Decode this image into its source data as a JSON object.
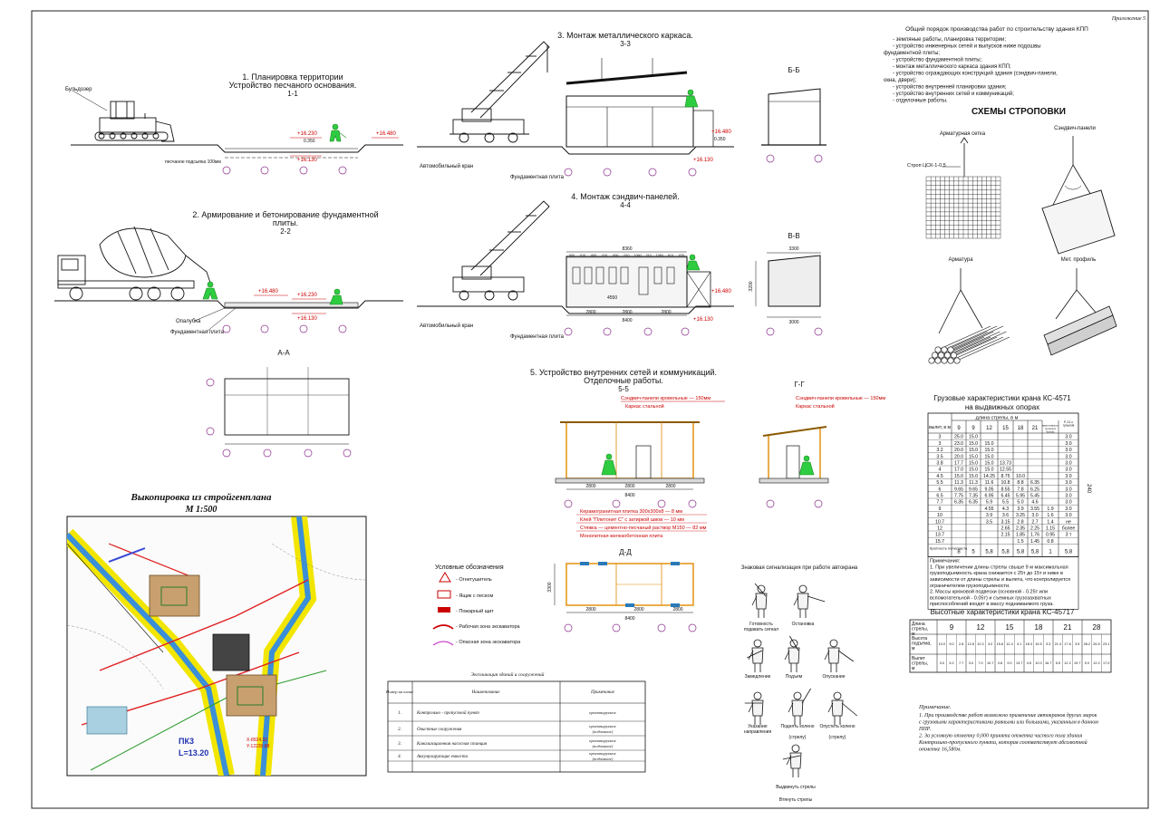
{
  "appendix": "Приложение 5",
  "general_order": {
    "title": "Общий порядок производства работ по строительству здания КПП",
    "items": [
      "- земляные работы, планировка территории;",
      "- устройство инженерных сетей и выпусков ниже подошвы фундаментной плиты;",
      "- устройство фундаментной плиты;",
      "- монтаж металлического каркаса здания КПП;",
      "- устройство ограждающих конструкций здания (сэндвич-панели, окна, двери);",
      "- устройство внутренней планировки здания;",
      "- устройство внутренних сетей и коммуникаций;",
      "- отделочные работы."
    ]
  },
  "stage1": {
    "title1": "1. Планировка территории",
    "title2": "Устройство песчаного основания.",
    "section": "1-1",
    "bulldozer": "Бульдозер",
    "sand_label": "песчаное подсыпка 100мм",
    "elev_top": "+16.230",
    "elev_sand": "0.350",
    "elev_bottom": "+16.130",
    "elev_right": "+16.480"
  },
  "stage2": {
    "title1": "2. Армирование и бетонирование фундаментной",
    "title2": "плиты.",
    "section": "2-2",
    "formwork": "Опалубка",
    "slab": "Фундаментная плита",
    "elev_left": "+16.480",
    "elev_top": "+16.230",
    "elev_bottom": "+16.130"
  },
  "stage3": {
    "title": "3. Монтаж металлического каркаса.",
    "section": "3-3",
    "crane": "Автомобильный кран",
    "slab": "Фундаментная плита",
    "elev_top": "+16.480",
    "elev_mid": "0.350",
    "elev_bottom": "+16.130"
  },
  "section_bb": {
    "title": "Б-Б"
  },
  "stage4": {
    "title": "4. Монтаж сэндвич-панелей.",
    "section": "4-4",
    "crane": "Автомобильный кран",
    "slab": "Фундаментная плита",
    "dim_total": "8360",
    "dims_top": [
      "600",
      "610",
      "600",
      "610",
      "600",
      "610",
      "1060",
      "310",
      "1060",
      "610",
      "630"
    ],
    "dim_bottom_total": "8400",
    "dims_bottom": [
      "2800",
      "2800",
      "2800"
    ],
    "dim_inner": "4550",
    "elev_top": "+16.480",
    "elev_bottom": "+16.130"
  },
  "section_vv": {
    "title": "В-В",
    "dim_width": "3300",
    "dim_base": "3000",
    "dim_height": "3200"
  },
  "section_aa": {
    "title": "А-А"
  },
  "stage5": {
    "title1": "5. Устройство внутренних сетей и коммуникаций.",
    "title2": "Отделочные работы.",
    "section": "5-5",
    "roof_panel": "Сэндвич-панели кровельные — 150мм",
    "frame": "Каркас стальной",
    "layers": [
      "Керамогранитная плитка 300х300х8 — 8 мм",
      "Клей \"Плитонит С\" с затиркой швов — 10 мм",
      "Стяжка — цементно-песчаный раствор М150 — 82 мм",
      "Монолитная железобетонная плита"
    ],
    "dim_total": "8400",
    "dims": [
      "2800",
      "2800",
      "2800"
    ]
  },
  "section_gg": {
    "title": "Г-Г",
    "roof_panel": "Сэндвич-панели кровельные — 150мм",
    "frame": "Каркас стальной"
  },
  "section_dd": {
    "title": "Д-Д",
    "dims": [
      "2800",
      "2800",
      "2800"
    ],
    "dim_total": "8400",
    "dim_height": "3300"
  },
  "site_plan": {
    "title1": "Выкопировка из стройгенплана",
    "title2": "М 1:500",
    "labels": [
      "ПК3",
      "L=13.20",
      "Х-8924.32",
      "Y-12230.88"
    ]
  },
  "legend": {
    "title": "Условные обозначения",
    "items": [
      "- Огнетушитель",
      "- Ящик с песком",
      "- Пожарный щит",
      "- Рабочая зона экскаватора",
      "- Опасная зона экскаватора"
    ]
  },
  "explication": {
    "title": "Экспликация зданий и сооружений",
    "headers": [
      "Номер на плане",
      "Наименование",
      "Примечание"
    ],
    "rows": [
      [
        "1.",
        "Контрольно - пропускной пункт",
        "проектируемое"
      ],
      [
        "2.",
        "Очистные сооружения",
        "проектируемое (подземное)"
      ],
      [
        "3.",
        "Канализационная насосная станция",
        "проектируемое (подземное)"
      ],
      [
        "4.",
        "Аккумулирующие емкости",
        "проектируемое (подземное)"
      ]
    ]
  },
  "signals": {
    "title": "Знаковая сигнализация при работе автокрана",
    "items": [
      "Готовность подавать сигнал",
      "Остановка",
      "Замедление",
      "Подъем",
      "Опускание",
      "Указание направления",
      "Поднять колено (стрелу)",
      "Опустить колено (стрелу)",
      "Выдвинуть стрелы",
      "Втянуть стрелы"
    ]
  },
  "slinging": {
    "title": "СХЕМЫ СТРОПОВКИ",
    "mesh": "Арматурная сетка",
    "sandwich": "Сэндвич-панели",
    "rebar": "Арматура",
    "profile": "Мет. профиль",
    "strop": "Строп ЦСК-1-0,5"
  },
  "crane_table": {
    "title1": "Грузовые характеристики крана КС-4571",
    "title2": "на выдвижных опорах",
    "boom_header": "длина стрелы, в м",
    "reach_header": "вылет, в м",
    "col_headers": [
      "9",
      "9",
      "12",
      "15",
      "18",
      "21"
    ],
    "side_header": "вместимость тросов в бухтах",
    "side_header2": "Р-21 с гуськом",
    "side_label": "240",
    "rows": [
      [
        "3",
        "25.0",
        "15.0",
        "",
        "",
        "",
        "",
        "",
        "3.0"
      ],
      [
        "3",
        "23.0",
        "15.0",
        "15.0",
        "",
        "",
        "",
        "",
        "3.0"
      ],
      [
        "3.2",
        "20.0",
        "15.0",
        "15.0",
        "",
        "",
        "",
        "",
        "3.0"
      ],
      [
        "3.5",
        "20.0",
        "15.0",
        "15.0",
        "",
        "",
        "",
        "",
        "3.0"
      ],
      [
        "3.8",
        "17.7",
        "15.0",
        "15.0",
        "13.73",
        "",
        "",
        "",
        "3.0"
      ],
      [
        "4",
        "17.0",
        "15.0",
        "15.0",
        "12.55",
        "",
        "",
        "",
        "3.0"
      ],
      [
        "4.5",
        "15.0",
        "15.0",
        "14.25",
        "8.75",
        "10.0",
        "",
        "",
        "3.0"
      ],
      [
        "5.5",
        "11.3",
        "11.3",
        "11.6",
        "10.8",
        "8.8",
        "6.35",
        "",
        "3.0"
      ],
      [
        "6",
        "9.65",
        "9.65",
        "9.05",
        "8.55",
        "7.8",
        "6.25",
        "",
        "3.0"
      ],
      [
        "6.5",
        "7.75",
        "7.35",
        "6.95",
        "6.45",
        "5.95",
        "5.45",
        "",
        "3.0"
      ],
      [
        "7.7",
        "6.35",
        "6.35",
        "5.9",
        "5.5",
        "5.0",
        "4.6",
        "",
        "3.0"
      ],
      [
        "9",
        "",
        "",
        "4.55",
        "4.3",
        "3.9",
        "3.55",
        "1.9",
        "3.0"
      ],
      [
        "10",
        "",
        "",
        "3.9",
        "3.6",
        "3.25",
        "3.0",
        "1.6",
        "3.0"
      ],
      [
        "10.7",
        "",
        "",
        "3.5",
        "3.15",
        "2.8",
        "2.7",
        "1.4",
        "не"
      ],
      [
        "12",
        "",
        "",
        "",
        "2.65",
        "2.35",
        "2.25",
        "1.15",
        "более"
      ],
      [
        "13.7",
        "",
        "",
        "",
        "2.15",
        "1.85",
        "1.76",
        "0.95",
        "3 т"
      ],
      [
        "15.7",
        "",
        "",
        "",
        "",
        "1.5",
        "1.45",
        "0.8",
        ""
      ]
    ],
    "multiplicity_label": "Кратность полиспаста",
    "multiplicity": [
      "8",
      "5",
      "5,8",
      "5,8",
      "5,8",
      "5,8",
      "1",
      "5,8"
    ],
    "notes_title": "Примечания:",
    "notes": [
      "1. При увеличении длины стрелы свыше 9 м максимальная грузоподъемность крана снижается с 25т до 15т и ниже в зависимости от длины стрелы и вылета, что контролируется ограничителем грузоподъемности.",
      "2. Массы крюковой подвески (основной - 0.25т или вспомогательной - 0.05т) и съемных грузозахватных приспособлений входят в массу поднимаемого груза."
    ]
  },
  "height_table": {
    "title": "Высотные характеристики крана КС-45717",
    "row_labels": [
      "Длина стрелы, м",
      "Высота подъема, м",
      "Вылет стрелы, м"
    ],
    "booms": [
      "9",
      "12",
      "15",
      "18",
      "21",
      "28"
    ],
    "heights": [
      "10.0",
      "9.0",
      "2.8",
      "12.8",
      "10.2",
      "3.0",
      "15.6",
      "12.4",
      "3.1",
      "18.3",
      "15.5",
      "3.3",
      "21.3",
      "17.8",
      "3.5",
      "28.2",
      "26.5",
      "23.1"
    ],
    "reaches": [
      "3.0",
      "5.2",
      "7.7",
      "3.0",
      "7.0",
      "10.7",
      "3.8",
      "9.0",
      "13.7",
      "4.5",
      "10.0",
      "16.7",
      "5.5",
      "12.2",
      "19.7",
      "9.0",
      "12.2",
      "17.0"
    ]
  },
  "final_notes": {
    "title": "Примечание.",
    "items": [
      "1. При производстве работ возможно применение автокранов других марок с грузовыми характеристиками равными или большими, указанным в данном ППР.",
      "2. За условную отметку 0,000 принята отметка чистого пола здания Контрольно-пропускного пункта, которая соответствует абсолютной отметке 16,580м."
    ]
  }
}
